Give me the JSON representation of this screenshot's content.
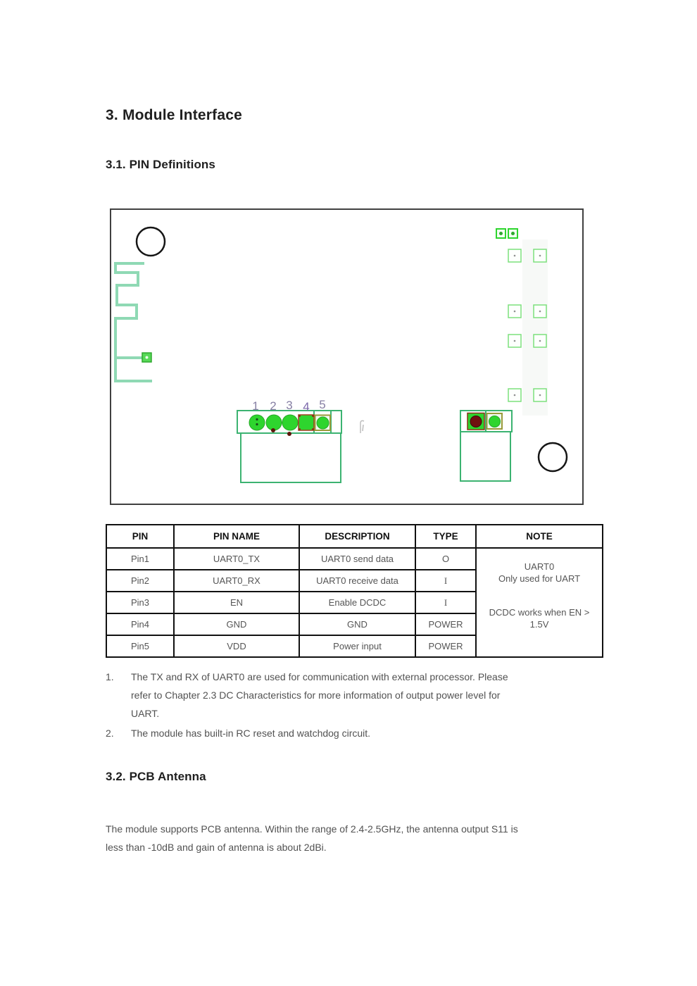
{
  "page": {
    "section_title": "3. Module Interface",
    "sub1_title": "3.1. PIN Definitions",
    "sub2_title": "3.2. PCB Antenna"
  },
  "diagram": {
    "pin_labels": [
      "1",
      "2",
      "3",
      "4",
      "5"
    ]
  },
  "table": {
    "headers": [
      "PIN",
      "PIN NAME",
      "DESCRIPTION",
      "TYPE",
      "NOTE"
    ],
    "rows": [
      {
        "pin": "Pin1",
        "name": "UART0_TX",
        "description": "UART0 send data",
        "type": "O"
      },
      {
        "pin": "Pin2",
        "name": "UART0_RX",
        "description": "UART0 receive data",
        "type": "I"
      },
      {
        "pin": "Pin3",
        "name": "EN",
        "description": "Enable DCDC",
        "type": "I"
      },
      {
        "pin": "Pin4",
        "name": "GND",
        "description": "GND",
        "type": "POWER"
      },
      {
        "pin": "Pin5",
        "name": "VDD",
        "description": "Power input",
        "type": "POWER"
      }
    ],
    "note": {
      "uart_line1": "UART0",
      "uart_line2": "Only used for UART",
      "dcdc": "DCDC works when EN > 1.5V"
    }
  },
  "notes_list": [
    {
      "marker": "1.",
      "lines": [
        "The TX and RX of UART0 are used for communication with external processor. Please",
        "refer to Chapter 2.3 DC Characteristics for more information of output power level for",
        "UART."
      ]
    },
    {
      "marker": "2.",
      "lines": [
        "The module has built-in RC reset and watchdog circuit."
      ]
    }
  ],
  "antenna_paragraph": {
    "lines": [
      "The module supports PCB antenna. Within the range of 2.4-2.5GHz, the antenna output S11 is",
      "less than -10dB and gain of antenna is about 2dBi."
    ]
  },
  "colors": {
    "pad_green": "#2ed52e",
    "connector_teal": "#3cb371",
    "antenna_mint": "#8fd9b4",
    "pad_dark_red": "#701010",
    "pin4_corner_brown": "#8b3018",
    "pin5_border_olive": "#9a9a3a",
    "pin_label_purple": "#867fa4",
    "diagram_border": "#404040",
    "table_border": "#111111",
    "body_text": "#525252",
    "heading_text": "#1f1f1f"
  }
}
